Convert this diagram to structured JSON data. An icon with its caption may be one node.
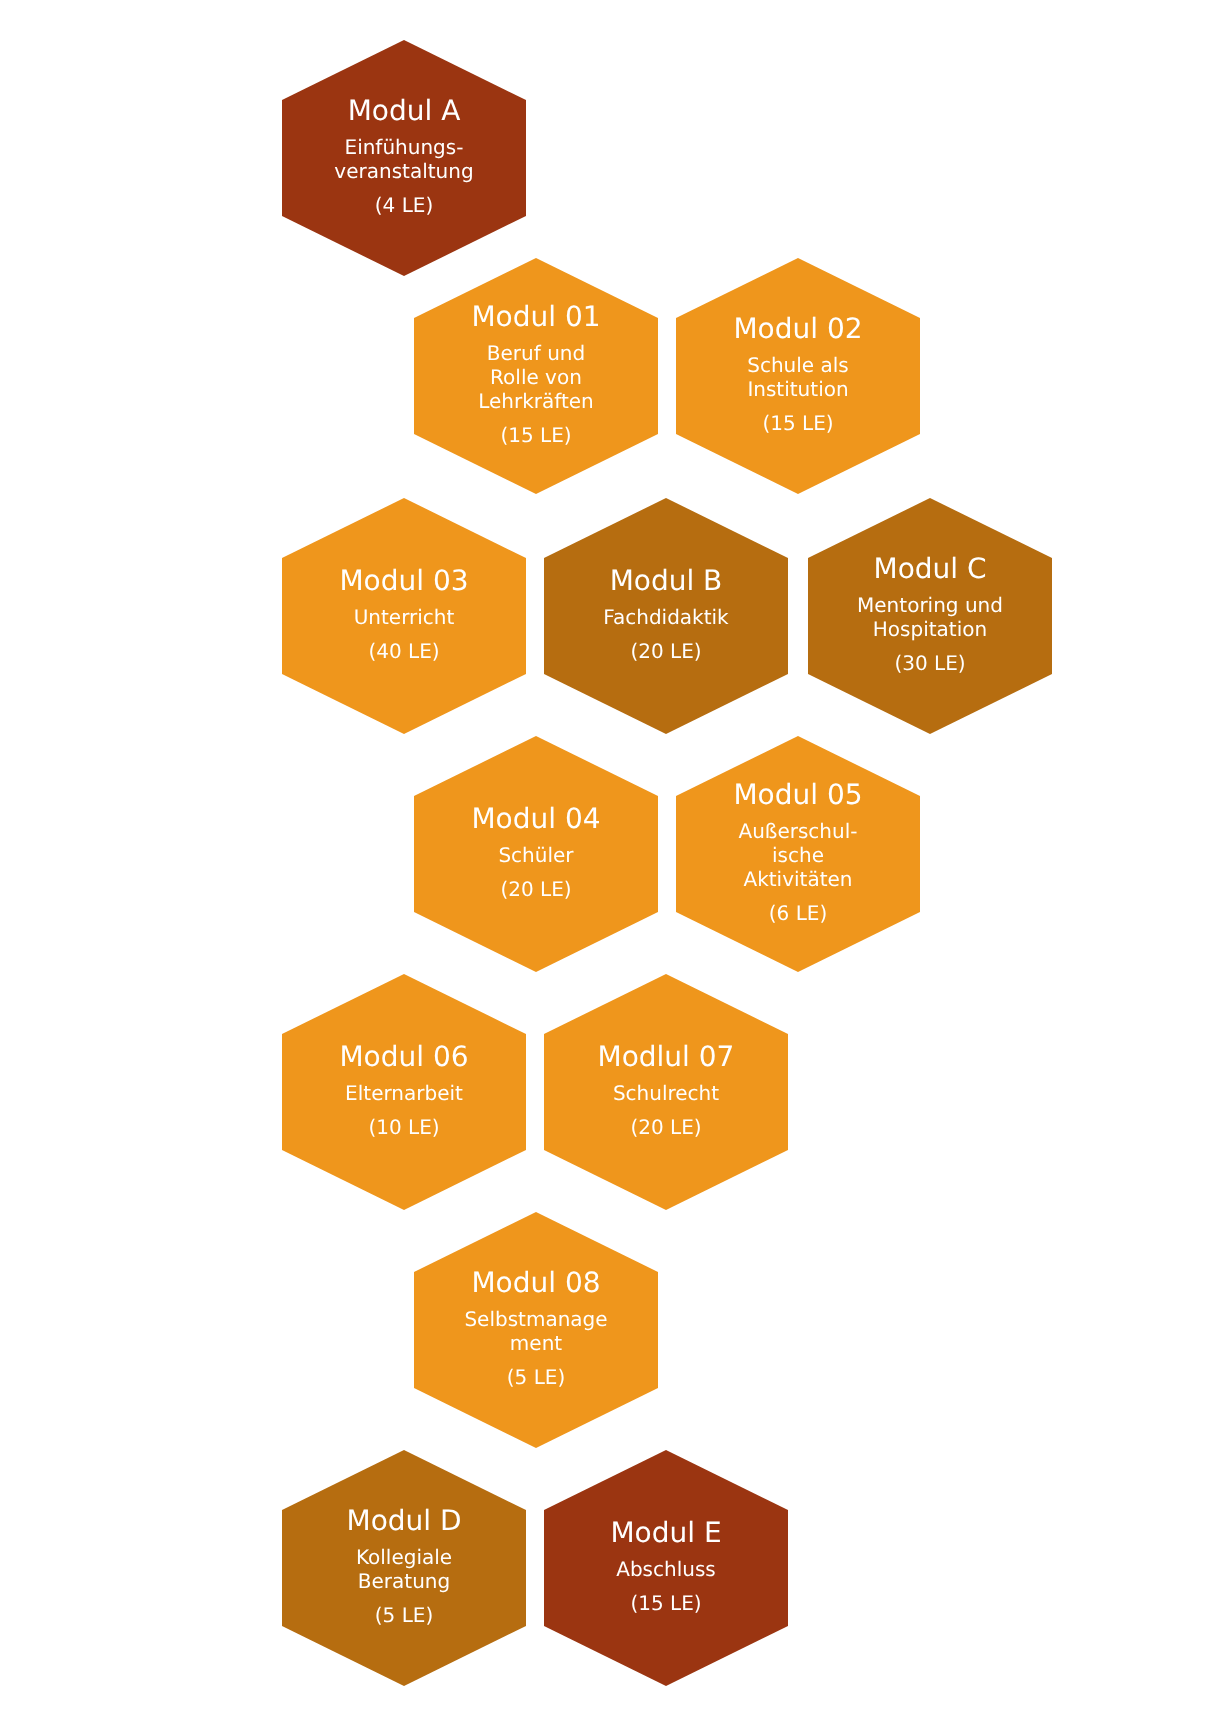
{
  "diagram": {
    "nodes": [
      {
        "text": [
          "Modul A",
          "Einfühungs- veranstaltung",
          "(4 LE)"
        ]
      },
      {
        "text": [
          "Modul 01",
          "Beruf und Rolle von Lehrkräften",
          "(15 LE)"
        ]
      },
      {
        "text": [
          "Modul 02",
          "Schule als Institution",
          "(15 LE)"
        ]
      },
      {
        "text": [
          "Modul 03",
          "Unterricht",
          "(40 LE)"
        ]
      },
      {
        "text": [
          "Modul B",
          "Fachdidaktik",
          "(20 LE)"
        ]
      },
      {
        "text": [
          "Modul C",
          "Mentoring und Hospitation",
          "(30 LE)"
        ]
      },
      {
        "text": [
          "Modul 04",
          "Schüler",
          "(20 LE)"
        ]
      },
      {
        "text": [
          "Modul 05",
          "Außerschul- ische Aktivitäten",
          "(6 LE)"
        ]
      },
      {
        "text": [
          "Modul 06",
          "Elternarbeit",
          "(10 LE)"
        ]
      },
      {
        "text": [
          "Modlul 07",
          "Schulrecht",
          "(20 LE)"
        ]
      },
      {
        "text": [
          "Modul 08",
          "Selbstmanage ment",
          "(5 LE)"
        ]
      },
      {
        "text": [
          "Modul D",
          "Kollegiale Beratung",
          "(5 LE)"
        ]
      },
      {
        "text": [
          "Modul E",
          "Abschluss",
          "(15 LE)"
        ]
      }
    ]
  }
}
